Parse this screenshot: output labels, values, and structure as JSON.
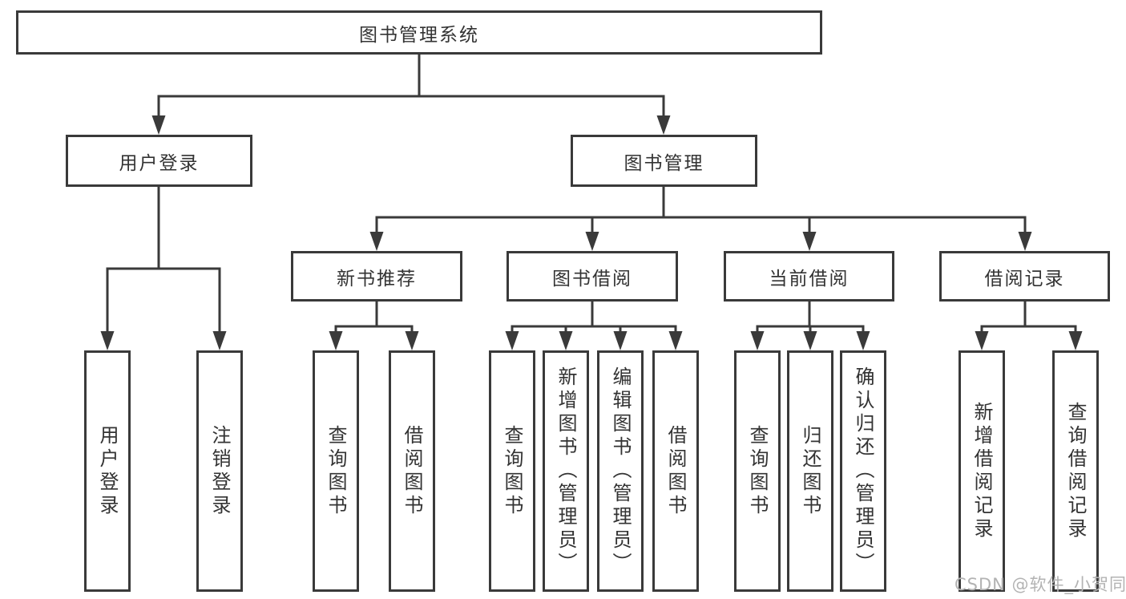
{
  "tree": {
    "label": "图书管理系统",
    "children": [
      {
        "label": "用户登录",
        "children": [
          {
            "label": "用户登录"
          },
          {
            "label": "注销登录"
          }
        ]
      },
      {
        "label": "图书管理",
        "children": [
          {
            "label": "新书推荐",
            "children": [
              {
                "label": "查询图书"
              },
              {
                "label": "借阅图书"
              }
            ]
          },
          {
            "label": "图书借阅",
            "children": [
              {
                "label": "查询图书"
              },
              {
                "label": "新增图书（管理员）"
              },
              {
                "label": "编辑图书（管理员）"
              },
              {
                "label": "借阅图书"
              }
            ]
          },
          {
            "label": "当前借阅",
            "children": [
              {
                "label": "查询图书"
              },
              {
                "label": "归还图书"
              },
              {
                "label": "确认归还（管理员）"
              }
            ]
          },
          {
            "label": "借阅记录",
            "children": [
              {
                "label": "新增借阅记录"
              },
              {
                "label": "查询借阅记录"
              }
            ]
          }
        ]
      }
    ]
  },
  "watermark": {
    "text": "CSDN @软件_小贺同学"
  },
  "colors": {
    "line": "#3a3a3a",
    "text": "#333333",
    "watermark": "#b3b3b3",
    "background": "#ffffff"
  }
}
